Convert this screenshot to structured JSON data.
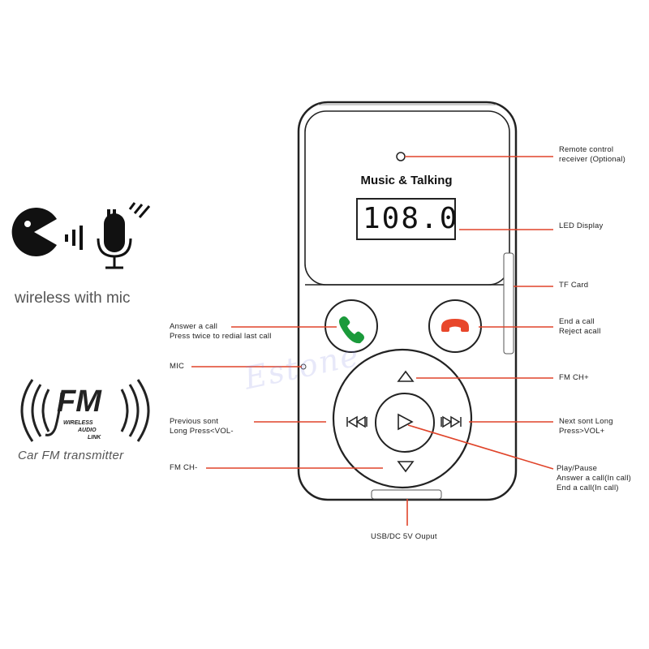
{
  "left_panel": {
    "wireless_caption": "wireless with mic",
    "fm_logo": {
      "big": "FM",
      "line1": "WIRELESS",
      "line2": "AUDIO",
      "line3": "LINK"
    },
    "fm_caption": "Car FM transmitter"
  },
  "device": {
    "title": "Music & Talking",
    "lcd_value": "108.0",
    "answer_color": "#1a9a3a",
    "end_color": "#e8472b",
    "watermark": "Estone"
  },
  "callouts": {
    "remote": [
      "Remote control",
      "receiver (Optional)"
    ],
    "led": [
      "LED Display"
    ],
    "tf": [
      "TF Card"
    ],
    "end_call": [
      "End a call",
      "Reject acall"
    ],
    "fm_ch_plus": [
      "FM CH+"
    ],
    "next": [
      "Next sont Long",
      "Press>VOL+"
    ],
    "play": [
      "Play/Pause",
      "Answer a call(In call)",
      "End a call(In call)"
    ],
    "answer": [
      "Answer a call",
      "Press twice to redial last call"
    ],
    "mic": [
      "MIC"
    ],
    "prev": [
      "Previous sont",
      "Long Press<VOL-"
    ],
    "fm_ch_minus": [
      "FM CH-"
    ],
    "usb": [
      "USB/DC 5V Ouput"
    ]
  },
  "colors": {
    "leader_line": "#e0442a",
    "device_stroke": "#222222"
  }
}
